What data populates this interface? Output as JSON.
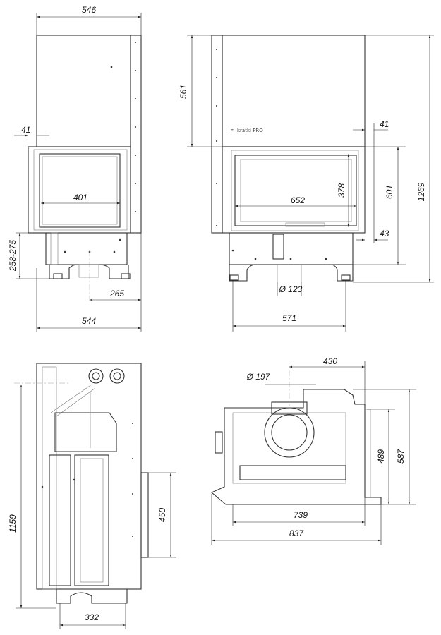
{
  "logo_text": "kratki PRO",
  "views": {
    "front_left": {
      "width_top": "546",
      "offset": "41",
      "glass_width": "401",
      "leg_height": "258-275",
      "axis_offset": "265",
      "base_width": "544"
    },
    "front_right": {
      "upper_height": "561",
      "offset": "41",
      "glass_width": "652",
      "glass_height": "378",
      "door_height": "601",
      "total_height": "1269",
      "lower_offset": "43",
      "flue_diameter": "Ø 123",
      "base_width": "571"
    },
    "side": {
      "height": "1159",
      "panel_height": "450",
      "base_width": "332"
    },
    "top": {
      "flue_diameter": "Ø 197",
      "flue_offset": "430",
      "depth_inner": "489",
      "depth_outer": "587",
      "width_inner": "739",
      "width_outer": "837"
    }
  }
}
